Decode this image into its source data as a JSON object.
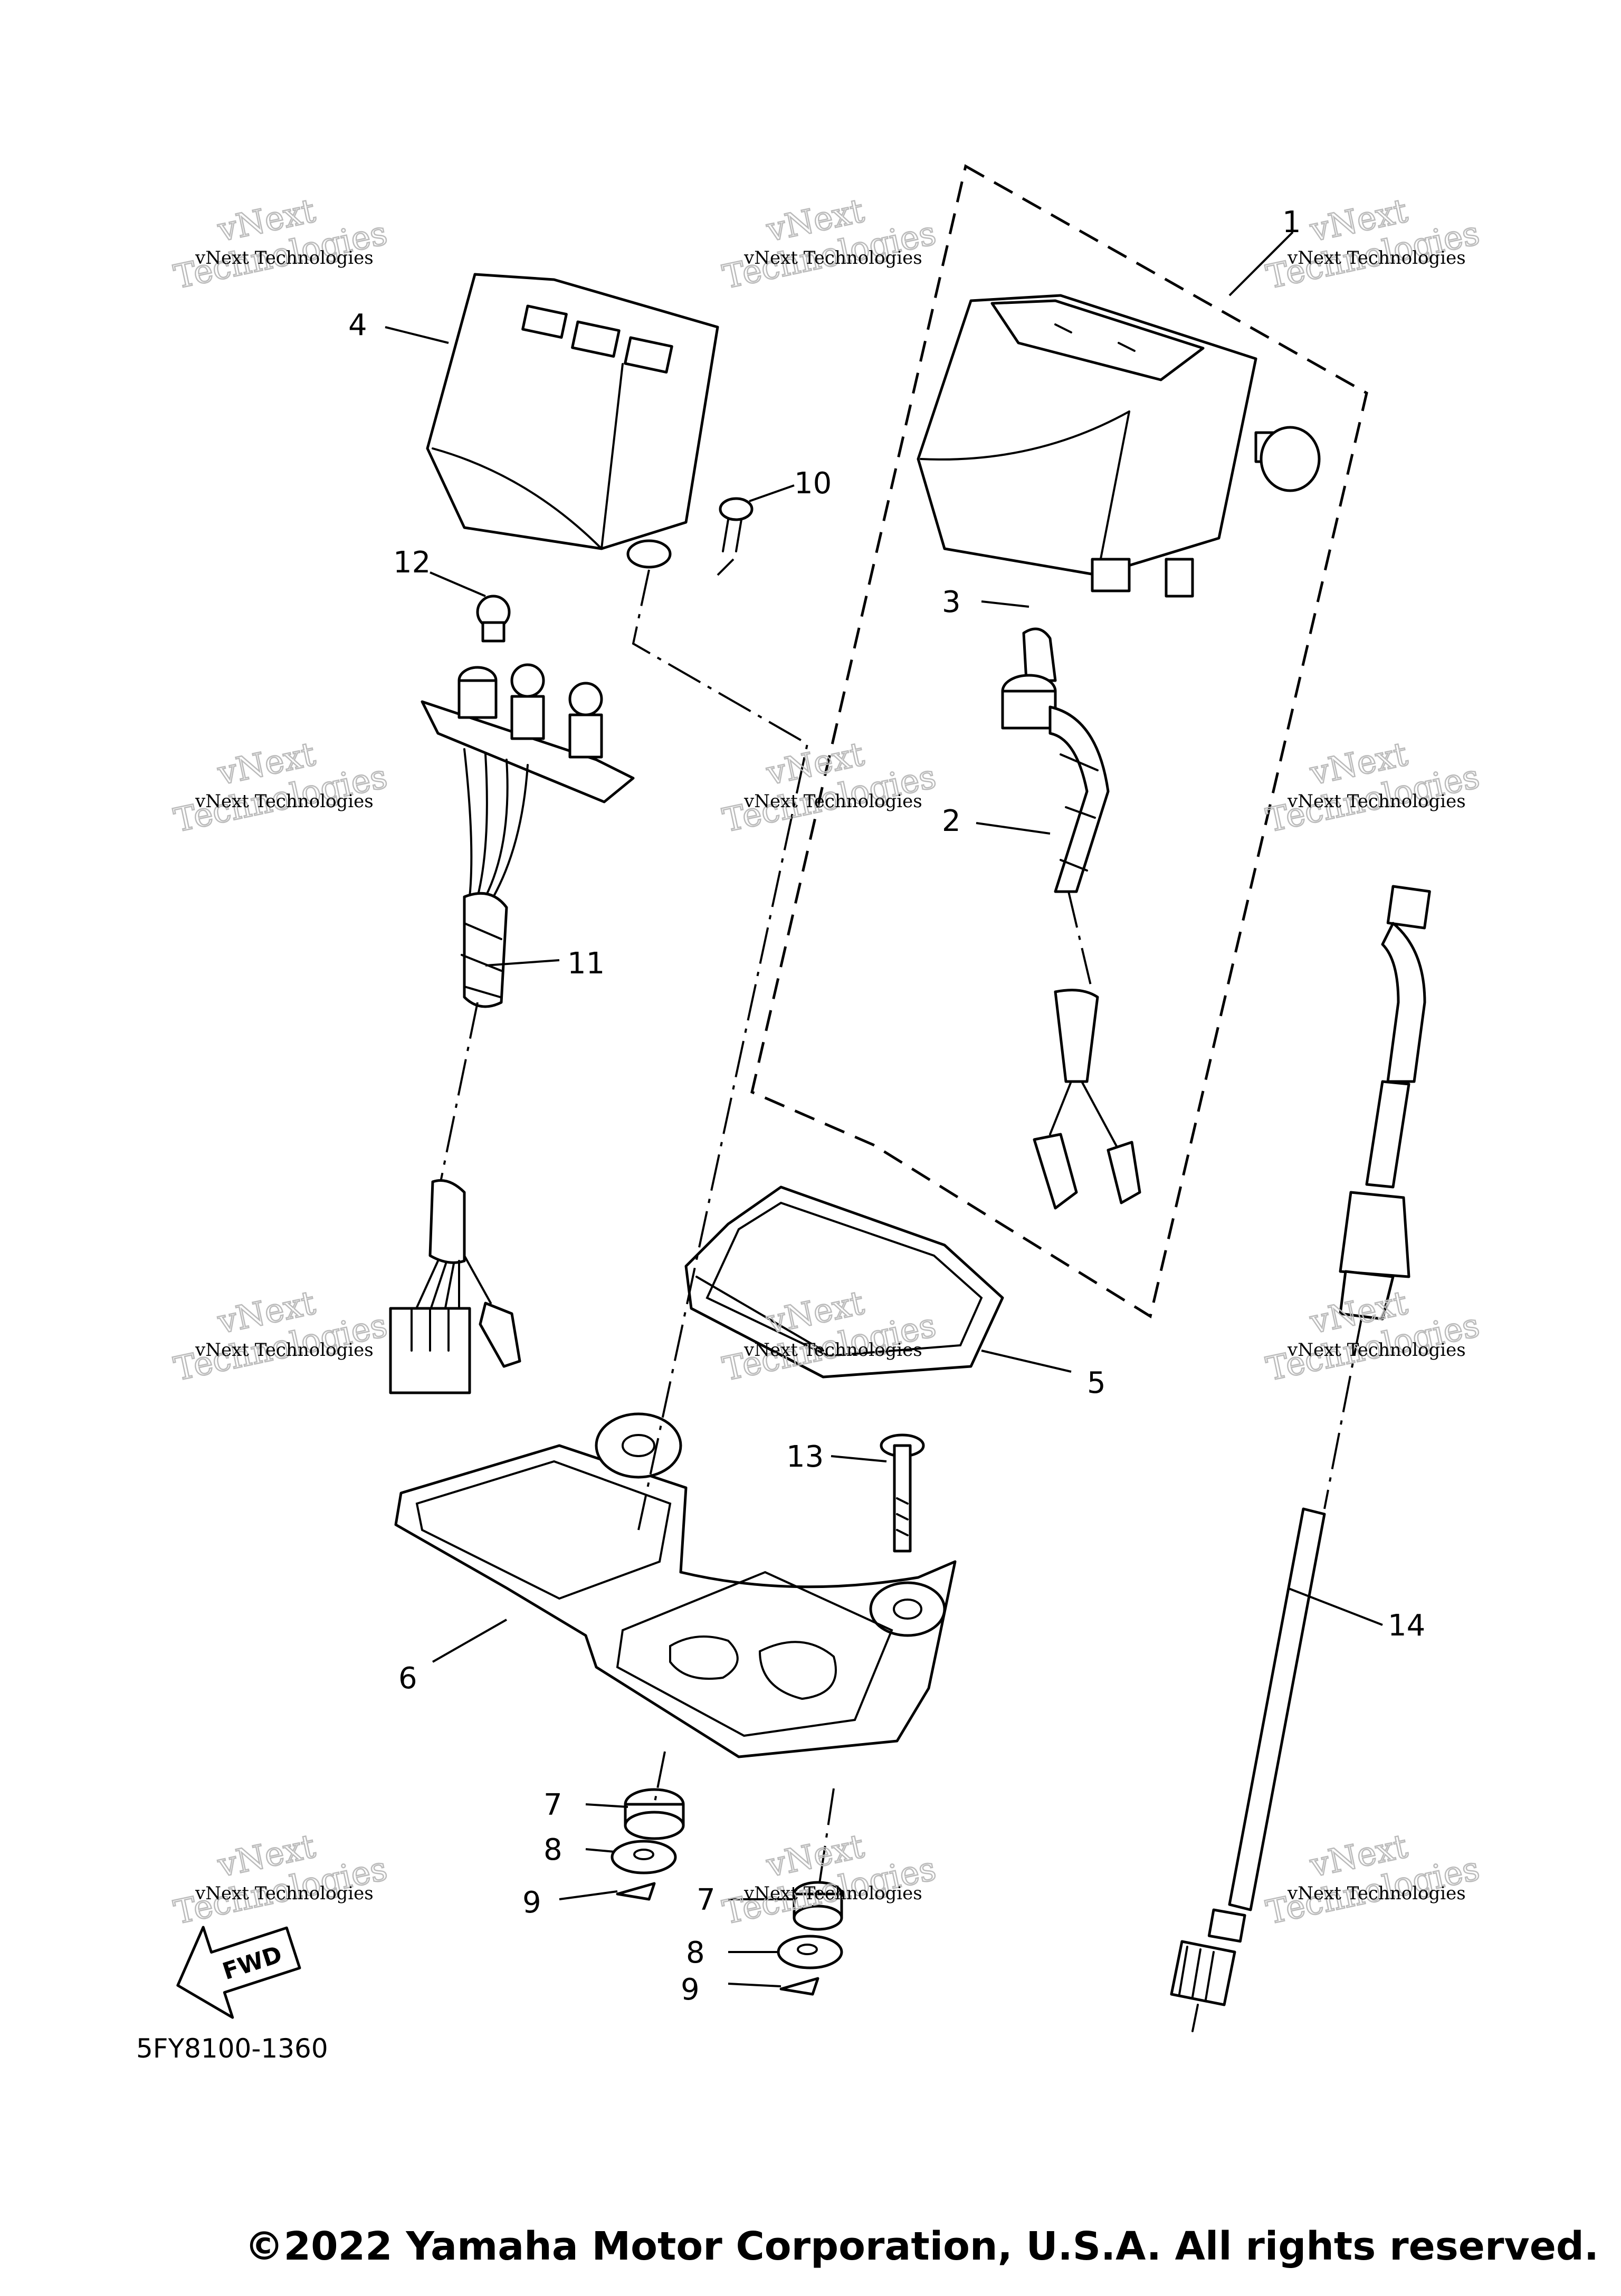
{
  "diagram": {
    "callouts": [
      "1",
      "2",
      "3",
      "4",
      "5",
      "6",
      "7",
      "8",
      "9",
      "10",
      "11",
      "12",
      "13",
      "14"
    ],
    "watermark_line1": "vNext Technologies",
    "watermark_line2": "Technologies",
    "watermark_logo": "vNext",
    "fwd_label": "FWD",
    "part_code": "5FY8100-1360"
  },
  "footer": {
    "copyright": "©2022 Yamaha Motor Corporation, U.S.A. All rights reserved."
  }
}
